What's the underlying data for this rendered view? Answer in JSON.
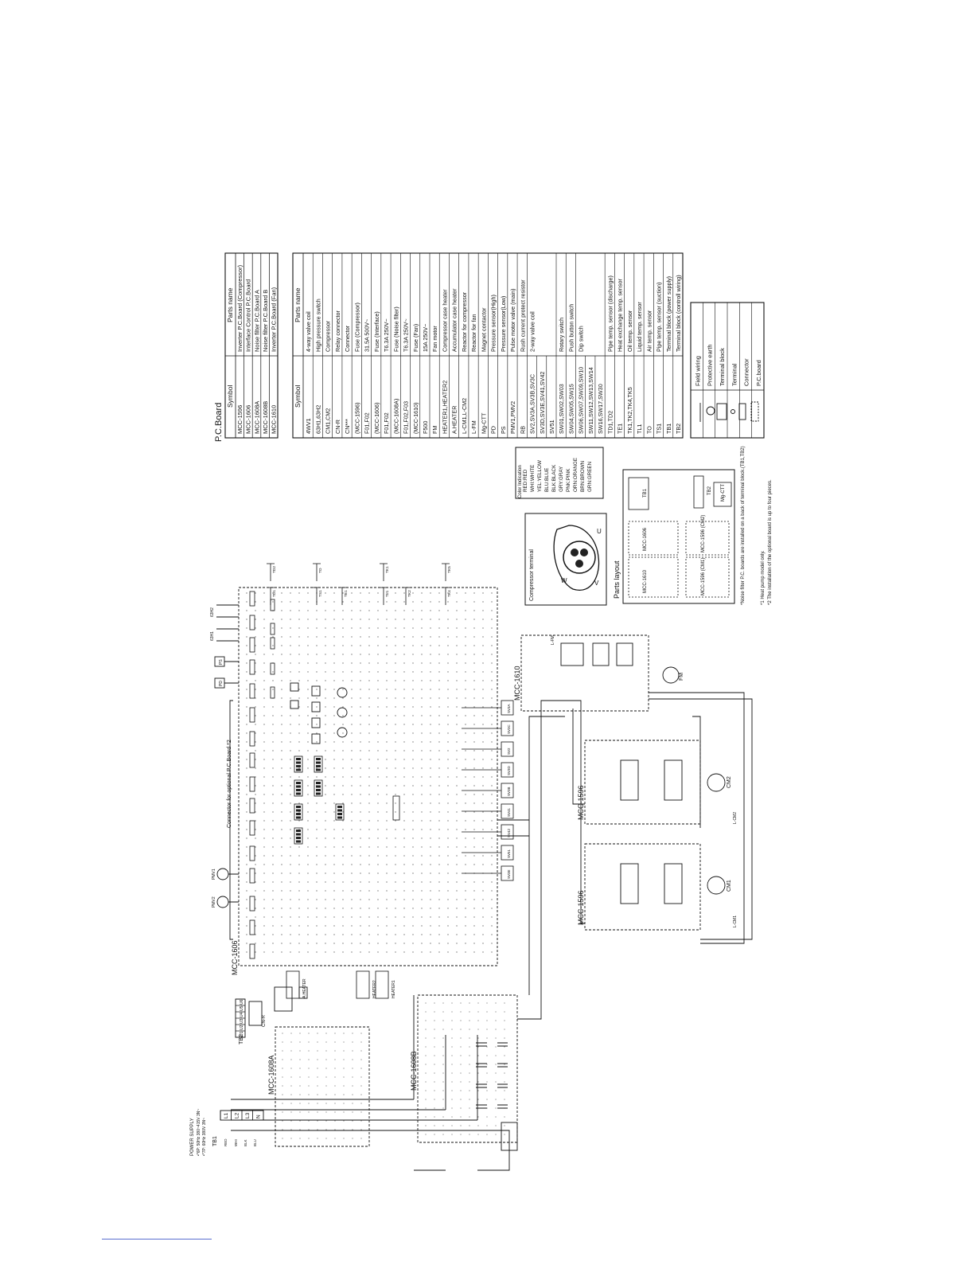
{
  "pcb_table": {
    "title": "P.C.Board",
    "headers": [
      "Symbol",
      "Parts name"
    ],
    "rows": [
      [
        "MCC-1596",
        "Inverter P.C.Board (Compressor)"
      ],
      [
        "MCC-1606",
        "Interface Control P.C.Board"
      ],
      [
        "MCC-1608A",
        "Noise filter P.C.Board A"
      ],
      [
        "MCC-1608B",
        "Noise filter P.C.Board B"
      ],
      [
        "MCC-1610",
        "Inverter P.C.Board (Fan)"
      ]
    ]
  },
  "parts_table": {
    "headers": [
      "Symbol",
      "Parts name"
    ],
    "rows": [
      [
        "4WV1",
        "4-way valve coil"
      ],
      [
        "63H1,63H2",
        "High pressure switch"
      ],
      [
        "CM1,CM2",
        "Compressor"
      ],
      [
        "CN-R",
        "Relay connector"
      ],
      [
        "CN***",
        "Connector"
      ],
      [
        "(MCC-1596)",
        "Fuse (Compressor)"
      ],
      [
        "F01,F02",
        "31.5A 500V~"
      ],
      [
        "(MCC-1606)",
        "Fuse (Interface)"
      ],
      [
        "F01,F02",
        "T6.3A 250V~"
      ],
      [
        "(MCC-1608A)",
        "Fuse (Noise filter)"
      ],
      [
        "F01,F02,F03",
        "T6.3A 250V~"
      ],
      [
        "(MCC-1610)",
        "Fuse (Fan)"
      ],
      [
        "F500",
        "15A 250V~"
      ],
      [
        "FM",
        "Fan motor"
      ],
      [
        "HEATER1,HEATER2",
        "Compressor case heater"
      ],
      [
        "A.HEATER",
        "Accumulator case heater"
      ],
      [
        "L-CM1,L-CM2",
        "Reactor for compressor"
      ],
      [
        "L-FM",
        "Reactor for fan"
      ],
      [
        "Mg-CTT",
        "Magnet contactor"
      ],
      [
        "PD",
        "Pressure sensor(High)"
      ],
      [
        "PS",
        "Pressure sensor(Low)"
      ],
      [
        "PMV1,PMV2",
        "Pulse motor valve (main)"
      ],
      [
        "RB",
        "Rush current protect resistor"
      ],
      [
        "SV2,SV3A,SV3B,SV3C",
        "2-way valve coil"
      ],
      [
        "SV3D,SV3E,SV41,SV42",
        ""
      ],
      [
        "SV51",
        ""
      ],
      [
        "SW01,SW02,SW03",
        "Rotary switch"
      ],
      [
        "SW04,SW05,SW15",
        "Push button switch"
      ],
      [
        "SW06,SW07,SW09,SW10",
        "Dip switch"
      ],
      [
        "SW11,SW12,SW13,SW14",
        ""
      ],
      [
        "SW16,SW17,SW30",
        ""
      ],
      [
        "TD1,TD2",
        "Pipe temp. sensor (discharge)"
      ],
      [
        "TE1",
        "Heat exchange temp. sensor"
      ],
      [
        "TK1,TK2,TK4,TK5",
        "Oil temp. sensor"
      ],
      [
        "TL1",
        "Liquid temp. sensor"
      ],
      [
        "TO",
        "Air temp. sensor"
      ],
      [
        "TS1",
        "Pipe temp. sensor (suction)"
      ],
      [
        "TB1",
        "Terminal block (power supply)"
      ],
      [
        "TB2",
        "Terminal block (controll wiring)"
      ]
    ]
  },
  "legend_table": {
    "rows": [
      "Field wiring",
      "Protective earth",
      "Terminal block",
      "Terminal",
      "Connector",
      "P.C.board"
    ]
  },
  "color_indication": {
    "title": "Color Indication",
    "items": [
      "RED:RED",
      "WHI:WHITE",
      "YEL:YELLOW",
      "BLU:BLUE",
      "BLK:BLACK",
      "GRY:GRAY",
      "PNK:PINK",
      "ORN:ORANGE",
      "BRN:BROWN",
      "GRN:GREEN"
    ]
  },
  "compressor_terminal": {
    "title": "Compressor terminal",
    "labels": [
      "W",
      "V",
      "U"
    ]
  },
  "parts_layout": {
    "title": "Parts layout",
    "boards": [
      "MCC-1610",
      "MCC-1606",
      "MCC-1596 (CM1)",
      "MCC-1596 (CM2)"
    ],
    "tb1": "TB1",
    "tb2": "TB2",
    "mgctt": "Mg-CTT"
  },
  "notes": {
    "noise": "*Noise filter P.C. boards are installed on a back of terminal block.(TB1,TB2)",
    "n1": "*1 Heat pump model only.",
    "n2": "*2 The installation of the optional board is up to four pieces."
  },
  "schematic": {
    "power_supply": [
      "POWER SUPPLY",
      "•*6P: 50Hz 380~415V 3N~",
      "•*7P: 60Hz 380V 3N~"
    ],
    "tb1": "TB1",
    "tb1_terms": [
      "L1",
      "L2",
      "L3",
      "N"
    ],
    "tb2": "TB2",
    "tb2_terms": [
      "U1",
      "U2",
      "U3",
      "U4",
      "U5",
      "U6"
    ],
    "cnr": "CN-R",
    "boards": {
      "b1606": "MCC-1606",
      "b1608a": "MCC-1608A",
      "b1608b": "MCC-1608B",
      "b1610": "MCC-1610",
      "b1596a": "MCC-1596",
      "b1596b": "MCC-1596"
    },
    "optional": "Connector for optional P.C.Board *2",
    "motors": {
      "fm": "FM",
      "cm1": "CM1",
      "cm2": "CM2"
    },
    "reactors": {
      "lfm": "L-FM",
      "lcm1": "L-CM1",
      "lcm2": "L-CM2"
    },
    "heaters": [
      "A.HEATER",
      "HEATER2",
      "HEATER1"
    ],
    "valves": [
      "SV3A",
      "SV3C",
      "SV2",
      "SV3D",
      "SV3B",
      "SV41",
      "SV42",
      "SV51",
      "SV3E"
    ],
    "sensors": [
      "TD1",
      "TD2",
      "TS1",
      "TO",
      "TE1",
      "TL1",
      "TK1",
      "TK2",
      "TK4",
      "TK5"
    ],
    "switches": [
      "63H1",
      "63H2"
    ],
    "pmv": [
      "PMV1",
      "PMV2"
    ],
    "pressure": [
      "PD",
      "PS"
    ],
    "wires": [
      "RED",
      "WHI",
      "BLK",
      "BLU"
    ]
  }
}
